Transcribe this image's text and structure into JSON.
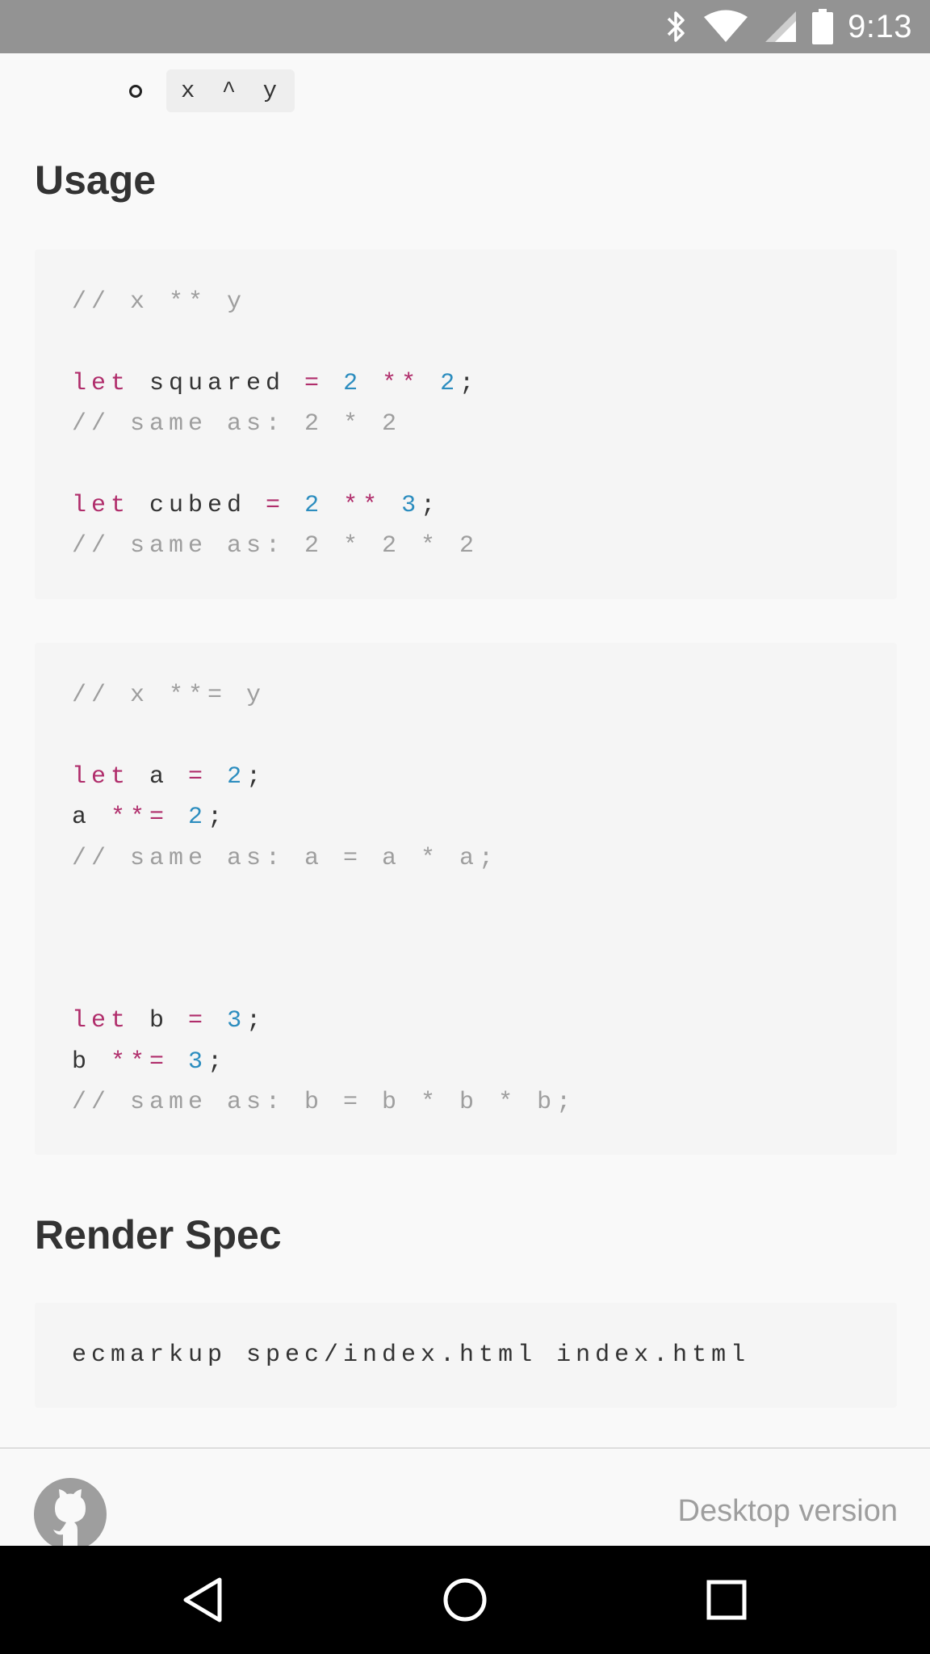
{
  "status_bar": {
    "time": "9:13",
    "icons": [
      "bluetooth-icon",
      "wifi-icon",
      "cell-signal-icon",
      "battery-icon"
    ],
    "background": "#939393"
  },
  "list": {
    "inline_code": "x ^ y"
  },
  "sections": {
    "usage_title": "Usage",
    "render_spec_title": "Render Spec"
  },
  "code_blocks": {
    "block1": [
      [
        {
          "t": "// x ** y",
          "c": "cm"
        }
      ],
      [],
      [
        {
          "t": "let",
          "c": "kw"
        },
        {
          "t": " squared ",
          "c": "pl"
        },
        {
          "t": "=",
          "c": "op"
        },
        {
          "t": " ",
          "c": "pl"
        },
        {
          "t": "2",
          "c": "num"
        },
        {
          "t": " ",
          "c": "pl"
        },
        {
          "t": "**",
          "c": "op"
        },
        {
          "t": " ",
          "c": "pl"
        },
        {
          "t": "2",
          "c": "num"
        },
        {
          "t": ";",
          "c": "pl"
        }
      ],
      [
        {
          "t": "// same as: 2 * 2",
          "c": "cm"
        }
      ],
      [],
      [
        {
          "t": "let",
          "c": "kw"
        },
        {
          "t": " cubed ",
          "c": "pl"
        },
        {
          "t": "=",
          "c": "op"
        },
        {
          "t": " ",
          "c": "pl"
        },
        {
          "t": "2",
          "c": "num"
        },
        {
          "t": " ",
          "c": "pl"
        },
        {
          "t": "**",
          "c": "op"
        },
        {
          "t": " ",
          "c": "pl"
        },
        {
          "t": "3",
          "c": "num"
        },
        {
          "t": ";",
          "c": "pl"
        }
      ],
      [
        {
          "t": "// same as: 2 * 2 * 2",
          "c": "cm"
        }
      ]
    ],
    "block2": [
      [
        {
          "t": "// x **= y",
          "c": "cm"
        }
      ],
      [],
      [
        {
          "t": "let",
          "c": "kw"
        },
        {
          "t": " a ",
          "c": "pl"
        },
        {
          "t": "=",
          "c": "op"
        },
        {
          "t": " ",
          "c": "pl"
        },
        {
          "t": "2",
          "c": "num"
        },
        {
          "t": ";",
          "c": "pl"
        }
      ],
      [
        {
          "t": "a ",
          "c": "pl"
        },
        {
          "t": "**=",
          "c": "op"
        },
        {
          "t": " ",
          "c": "pl"
        },
        {
          "t": "2",
          "c": "num"
        },
        {
          "t": ";",
          "c": "pl"
        }
      ],
      [
        {
          "t": "// same as: a = a * a;",
          "c": "cm"
        }
      ],
      [],
      [],
      [],
      [
        {
          "t": "let",
          "c": "kw"
        },
        {
          "t": " b ",
          "c": "pl"
        },
        {
          "t": "=",
          "c": "op"
        },
        {
          "t": " ",
          "c": "pl"
        },
        {
          "t": "3",
          "c": "num"
        },
        {
          "t": ";",
          "c": "pl"
        }
      ],
      [
        {
          "t": "b ",
          "c": "pl"
        },
        {
          "t": "**=",
          "c": "op"
        },
        {
          "t": " ",
          "c": "pl"
        },
        {
          "t": "3",
          "c": "num"
        },
        {
          "t": ";",
          "c": "pl"
        }
      ],
      [
        {
          "t": "// same as: b = b * b * b;",
          "c": "cm"
        }
      ]
    ],
    "block3": [
      [
        {
          "t": "ecmarkup spec/index.html index.html",
          "c": "pl"
        }
      ]
    ]
  },
  "footer": {
    "github_icon": "github-icon",
    "desktop_link": "Desktop version"
  },
  "nav_bar": {
    "buttons": [
      "back-icon",
      "home-icon",
      "recents-icon"
    ]
  },
  "colors": {
    "keyword": "#b02d6b",
    "number": "#2c8dbf",
    "comment": "#9e9e9e",
    "text": "#333333"
  }
}
